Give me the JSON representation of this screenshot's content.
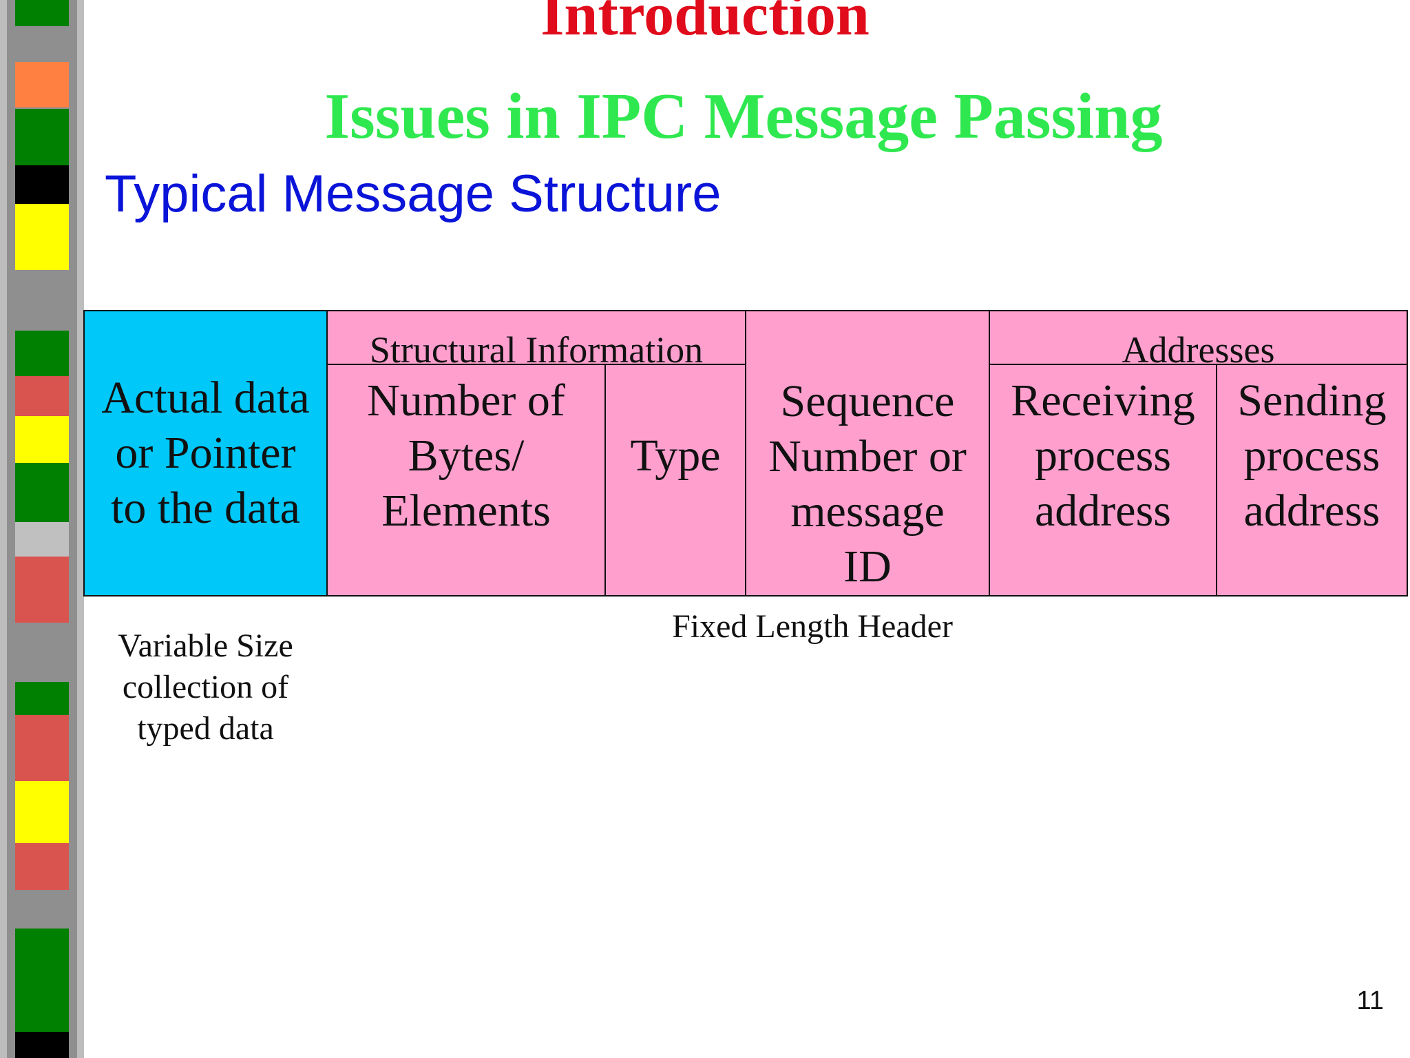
{
  "slide": {
    "title": "Introduction",
    "subtitle": "Issues in IPC Message Passing",
    "heading": "Typical Message Structure",
    "page_number": "11"
  },
  "diagram": {
    "data_cell": "Actual data\nor Pointer\nto the data",
    "structural_group": "Structural Information",
    "bytes_cell": "Number of\nBytes/\nElements",
    "type_cell": "Type",
    "sequence_cell": "Sequence\nNumber or\nmessage\nID",
    "addresses_group": "Addresses",
    "receiving_cell": "Receiving\nprocess\naddress",
    "sending_cell": "Sending\nprocess\naddress",
    "variable_note": "Variable Size\ncollection of\ntyped data",
    "fixed_note": "Fixed Length Header"
  },
  "colors": {
    "title": "#e00b1b",
    "subtitle": "#2fe84f",
    "heading": "#0a14d8",
    "data_box": "#00c8f8",
    "header_box": "#fe9fce",
    "strip_blocks": [
      "#008000",
      "#ff8040",
      "#000000",
      "#ffff00",
      "#d9534f",
      "#c0c0c0"
    ]
  }
}
